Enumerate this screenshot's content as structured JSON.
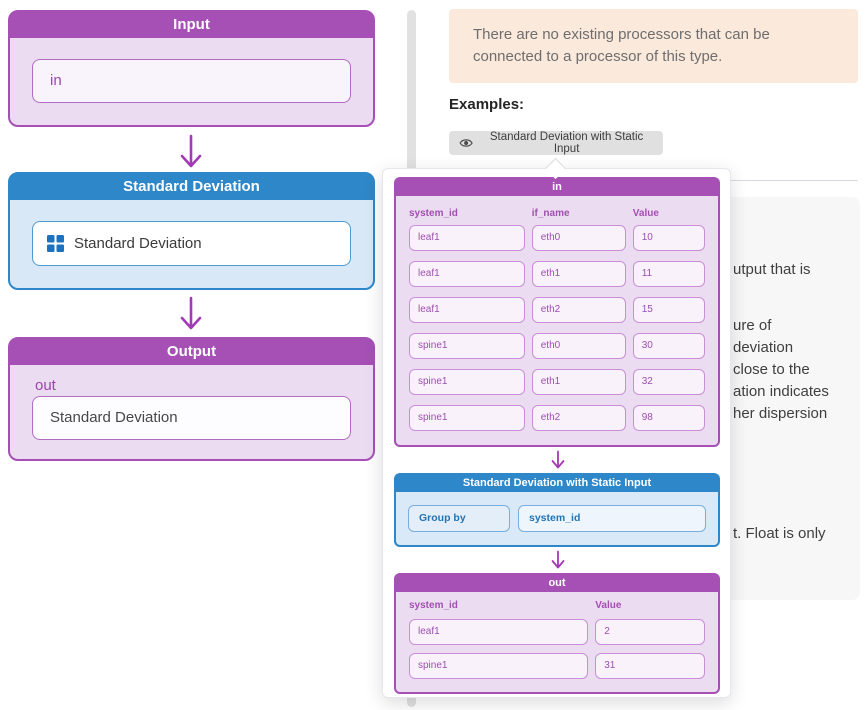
{
  "flow": {
    "input": {
      "title": "Input",
      "field_value": "in"
    },
    "processor": {
      "title": "Standard Deviation",
      "field_value": "Standard Deviation",
      "icon": "grid-icon"
    },
    "output": {
      "title": "Output",
      "port_label": "out",
      "field_value": "Standard Deviation"
    }
  },
  "right_pane": {
    "warning_lines": [
      "There are no existing processors that can be",
      "connected to a processor of this type."
    ],
    "examples_label": "Examples:",
    "example_button": {
      "icon": "eye-icon",
      "label": "Standard Deviation with Static Input"
    },
    "description_fragments": [
      "utput that is",
      "ure of",
      "deviation",
      "close to the",
      "ation indicates",
      "her dispersion",
      "t. Float is only"
    ]
  },
  "popup": {
    "in_table": {
      "title": "in",
      "columns": [
        "system_id",
        "if_name",
        "Value"
      ],
      "rows": [
        [
          "leaf1",
          "eth0",
          "10"
        ],
        [
          "leaf1",
          "eth1",
          "11"
        ],
        [
          "leaf1",
          "eth2",
          "15"
        ],
        [
          "spine1",
          "eth0",
          "30"
        ],
        [
          "spine1",
          "eth1",
          "32"
        ],
        [
          "spine1",
          "eth2",
          "98"
        ]
      ]
    },
    "processor": {
      "title": "Standard Deviation with Static Input",
      "group_by_label": "Group by",
      "group_by_value": "system_id"
    },
    "out_table": {
      "title": "out",
      "columns": [
        "system_id",
        "Value"
      ],
      "rows": [
        [
          "leaf1",
          "2"
        ],
        [
          "spine1",
          "31"
        ]
      ]
    }
  },
  "colors": {
    "accent_purple": "#a650b6",
    "accent_blue": "#2e87c8",
    "warning_bg": "#fbe9dc",
    "button_bg": "#e0e0e0",
    "panel_bg": "#f7f7f8"
  }
}
